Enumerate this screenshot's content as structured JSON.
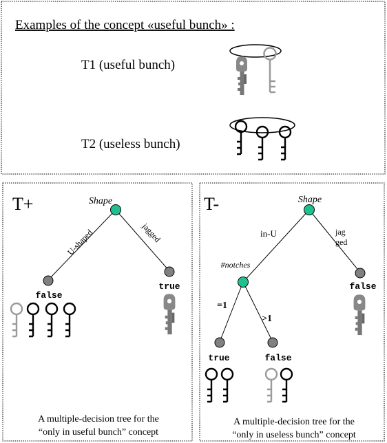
{
  "top_panel": {
    "heading": "Examples of the concept «useful bunch» :",
    "example_1": "T1 (useful bunch)",
    "example_2": "T2 (useless bunch)"
  },
  "left_panel": {
    "corner_label": "T+",
    "root": "Shape",
    "edge_left": "U-shaped",
    "edge_right": "jagged",
    "leaf_left": "false",
    "leaf_right": "true",
    "caption_line1": "A multiple-decision tree for the",
    "caption_line2": "“only in useful bunch” concept"
  },
  "right_panel": {
    "corner_label": "T-",
    "root": "Shape",
    "edge_left": "in-U",
    "edge_right_1": "jag",
    "edge_right_2": "ged",
    "inner_node": "#notches",
    "edge_eq1": "=1",
    "edge_gt1": ">1",
    "leaf_right": "false",
    "leaf_eq1": "true",
    "leaf_gt1": "false",
    "caption_line1": "A multiple-decision tree for the",
    "caption_line2": "“only in useless bunch” concept"
  },
  "colors": {
    "decision_node": "#1fbf8f",
    "leaf_node": "#808080",
    "gray_key": "#9a9a9a",
    "dark_key": "#000000"
  }
}
